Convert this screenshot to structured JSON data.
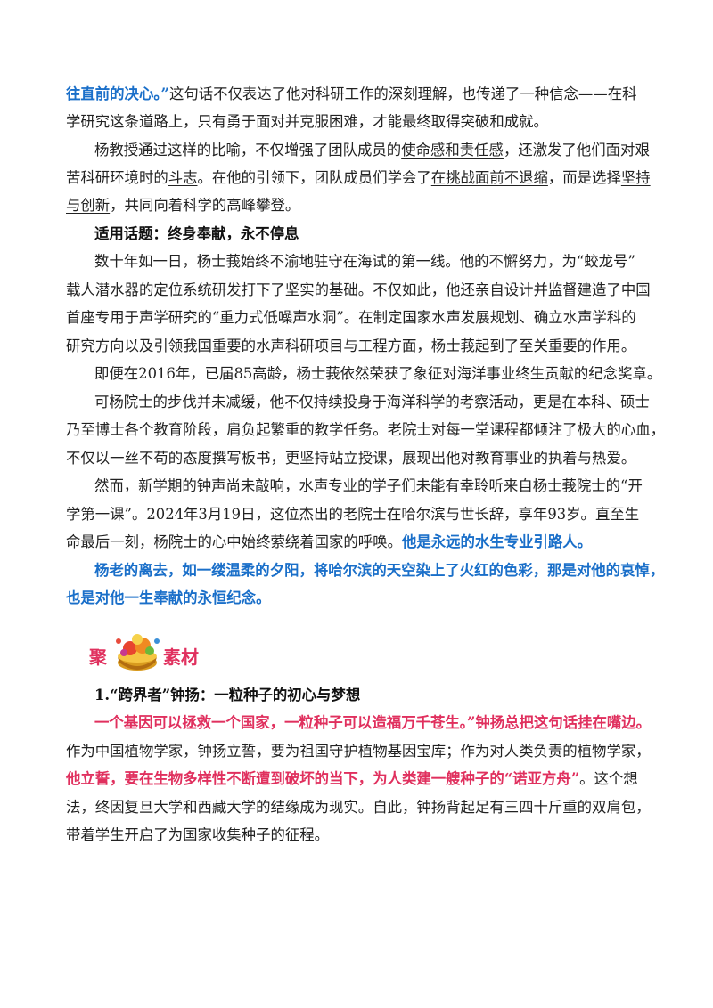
{
  "p1": {
    "l1_blue": "往直前的决心。”",
    "l1_a": "这句话不仅表达了他对科研工作的深刻理解，也传递了一种",
    "l1_u": "信念",
    "l1_b": "——在科",
    "l2": "学研究这条道路上，只有勇于面对并克服困难，才能最终取得突破和成就。"
  },
  "p2": {
    "l1_a": "杨教授通过这样的比喻，不仅增强了团队成员的",
    "l1_u": "使命感和责任感",
    "l1_b": "，还激发了他们面对艰",
    "l2_a": "苦科研环境时的",
    "l2_u": "斗志",
    "l2_b": "。在他的引领下，团队成员们学会了",
    "l2_u2": "在挑战面前不退缩",
    "l2_c": "，而是选择",
    "l2_u3": "坚持",
    "l3_u": "与创新",
    "l3_b": "，共同向着科学的高峰攀登。"
  },
  "topic": "适用话题：终身奉献，永不停息",
  "p3": {
    "l1": "数十年如一日，杨士莪始终不渝地驻守在海试的第一线。他的不懈努力，为“蛟龙号”",
    "l2": "载人潜水器的定位系统研发打下了坚实的基础。不仅如此，他还亲自设计并监督建造了中国",
    "l3": "首座专用于声学研究的“重力式低噪声水洞”。在制定国家水声发展规划、确立水声学科的",
    "l4": "研究方向以及引领我国重要的水声科研项目与工程方面，杨士莪起到了至关重要的作用。"
  },
  "p4": "即便在2016年，已届85高龄，杨士莪依然荣获了象征对海洋事业终生贡献的纪念奖章。",
  "p5": {
    "l1": "可杨院士的步伐并未减缓，他不仅持续投身于海洋科学的考察活动，更是在本科、硕士",
    "l2": "乃至博士各个教育阶段，肩负起繁重的教学任务。老院士对每一堂课程都倾注了极大的心血，",
    "l3": "不仅以一丝不苟的态度撰写板书，更坚持站立授课，展现出他对教育事业的执着与热爱。"
  },
  "p6": {
    "l1": "然而，新学期的钟声尚未敲响，水声专业的学子们未能有幸聆听来自杨士莪院士的“开",
    "l2": "学第一课”。2024年3月19日，这位杰出的老院士在哈尔滨与世长辞，享年93岁。直至生",
    "l3_a": "命最后一刻，杨院士的心中始终萦绕着国家的呼唤。",
    "l3_blue": "他是永远的水生专业引路人。"
  },
  "p7": {
    "l1": "杨老的离去，如一缕温柔的夕阳，将哈尔滨的天空染上了火红的色彩，那是对他的哀悼，",
    "l2": "也是对他一生奉献的永恒纪念。"
  },
  "section": {
    "left": "聚",
    "right": "素材",
    "icon": "treasure-basin-icon"
  },
  "item1": {
    "title": "1.“跨界者”钟扬：一粒种子的初心与梦想",
    "l1_red": "一个基因可以拯救一个国家，一粒种子可以造福万千苍生。”钟扬总把这句话挂在嘴边。",
    "l2": "作为中国植物学家，钟扬立誓，要为祖国守护植物基因宝库；作为对人类负责的植物学家，",
    "l3_red": "他立誓，要在生物多样性不断遭到破坏的当下，为人类建一艘种子的“诺亚方舟”",
    "l3_b": "。这个想",
    "l4": "法，终因复旦大学和西藏大学的结缘成为现实。自此，钟扬背起足有三四十斤重的双肩包，",
    "l5": "带着学生开启了为国家收集种子的征程。"
  },
  "colors": {
    "blue": "#1a6fc9",
    "red": "#e0305e",
    "text": "#222222"
  }
}
